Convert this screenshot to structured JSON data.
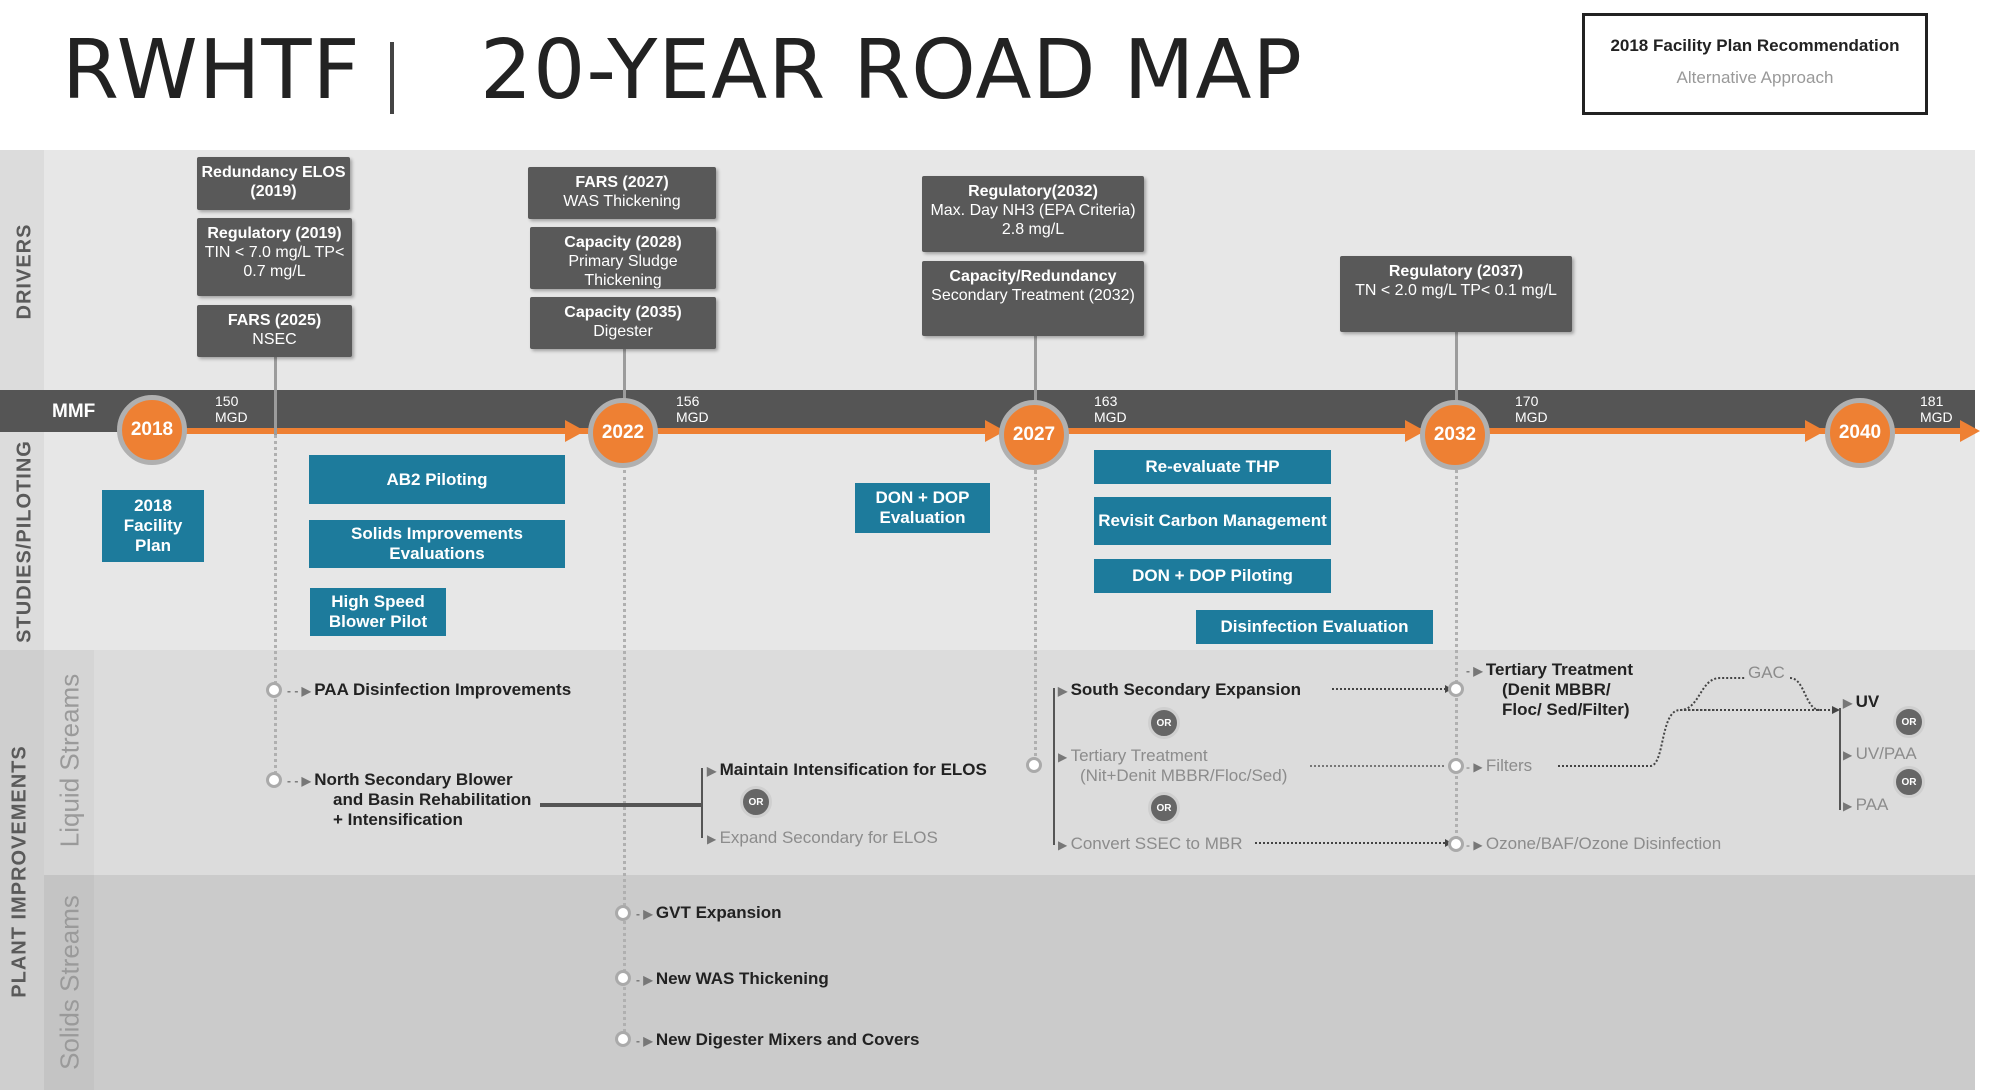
{
  "header": {
    "title_left": "RWHTF",
    "title_right": "20-YEAR ROAD MAP",
    "recommendation_title": "2018 Facility  Plan Recommendation",
    "recommendation_sub": "Alternative Approach"
  },
  "sections": {
    "drivers": "DRIVERS",
    "mmf": "MMF",
    "studies": "STUDIES/PILOTING",
    "plant": "PLANT IMPROVEMENTS",
    "liquid": "Liquid Streams",
    "solids": "Solids Streams"
  },
  "timeline": {
    "years": [
      "2018",
      "2022",
      "2027",
      "2032",
      "2040"
    ],
    "mgd": [
      {
        "value": "150",
        "unit": "MGD"
      },
      {
        "value": "156",
        "unit": "MGD"
      },
      {
        "value": "163",
        "unit": "MGD"
      },
      {
        "value": "170",
        "unit": "MGD"
      },
      {
        "value": "181",
        "unit": "MGD"
      }
    ]
  },
  "drivers": {
    "d2018": [
      {
        "bold": "Redundancy ELOS (2019)",
        "text": ""
      },
      {
        "bold": "Regulatory (2019)",
        "text": "TIN < 7.0 mg/L TP< 0.7 mg/L"
      },
      {
        "bold": "FARS (2025)",
        "text": "NSEC"
      }
    ],
    "d2022": [
      {
        "bold": "FARS (2027)",
        "text": "WAS Thickening"
      },
      {
        "bold": "Capacity (2028)",
        "text": "Primary Sludge Thickening"
      },
      {
        "bold": "Capacity (2035)",
        "text": "Digester"
      }
    ],
    "d2027": [
      {
        "bold": "Regulatory(2032)",
        "text": "Max. Day NH3 (EPA Criteria) 2.8 mg/L"
      },
      {
        "bold": "Capacity/Redundancy",
        "text": "Secondary Treatment (2032)"
      }
    ],
    "d2032": [
      {
        "bold": "Regulatory (2037)",
        "text": "TN < 2.0 mg/L TP< 0.1 mg/L"
      }
    ]
  },
  "studies": {
    "facility_plan": "2018 Facility Plan",
    "ab2": "AB2 Piloting",
    "solids_eval": "Solids Improvements Evaluations",
    "blower_pilot": "High Speed Blower Pilot",
    "don_dop_eval": "DON + DOP Evaluation",
    "thp": "Re-evaluate THP",
    "carbon": "Revisit Carbon Management",
    "don_dop_pilot": "DON + DOP Piloting",
    "disinfection_eval": "Disinfection Evaluation"
  },
  "liquid": {
    "paa": "PAA Disinfection Improvements",
    "north_secondary": [
      "North Secondary Blower",
      "and Basin Rehabilitation",
      "+ Intensification"
    ],
    "maintain": "Maintain Intensification for ELOS",
    "expand": "Expand Secondary for ELOS",
    "south_secondary": "South Secondary Expansion",
    "tertiary_2027": [
      "Tertiary Treatment",
      "(Nit+Denit MBBR/Floc/Sed)"
    ],
    "convert": "Convert SSEC to MBR",
    "tertiary_2032": [
      "Tertiary Treatment",
      "(Denit MBBR/",
      "Floc/ Sed/Filter)"
    ],
    "filters": "Filters",
    "ozone": "Ozone/BAF/Ozone Disinfection",
    "gac": "GAC",
    "uv": "UV",
    "uv_paa": "UV/PAA",
    "paa_final": "PAA",
    "or": "OR"
  },
  "solids": {
    "gvt": "GVT Expansion",
    "was": "New WAS Thickening",
    "digester": "New Digester Mixers and Covers"
  },
  "colors": {
    "orange": "#ee8033",
    "teal": "#1d7b9c",
    "dark_gray": "#595959",
    "band_dark": "#555555"
  }
}
